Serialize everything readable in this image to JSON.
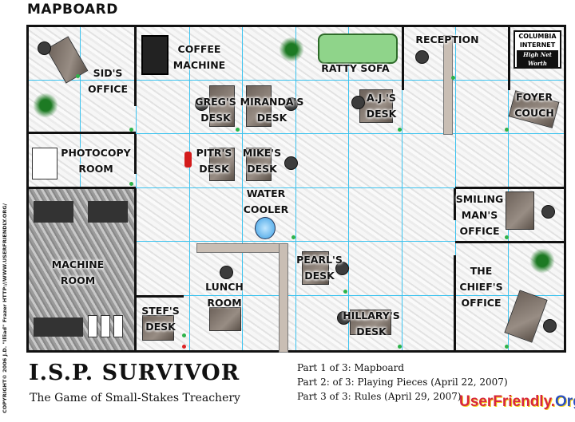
{
  "header": {
    "title": "MAPBOARD"
  },
  "rooms": {
    "sids_office": "SID'S\nOFFICE",
    "coffee_machine": "COFFEE\nMACHINE",
    "ratty_sofa": "RATTY SOFA",
    "reception": "RECEPTION",
    "foyer_couch": "FOYER\nCOUCH",
    "gregs_desk": "GREG'S\nDESK",
    "mirandas_desk": "MIRANDA'S\nDESK",
    "ajs_desk": "A.J.'S\nDESK",
    "photocopy_room": "PHOTOCOPY\nROOM",
    "pitrs_desk": "PITR'S\nDESK",
    "mikes_desk": "MIKE'S\nDESK",
    "water_cooler": "WATER\nCOOLER",
    "smiling_mans_office": "SMILING\nMAN'S\nOFFICE",
    "machine_room": "MACHINE\nROOM",
    "pearls_desk": "PEARL'S\nDESK",
    "chiefs_office": "THE\nCHIEF'S\nOFFICE",
    "lunch_room": "LUNCH\nROOM",
    "stefs_desk": "STEF'S\nDESK",
    "hillarys_desk": "HILLARY'S\nDESK"
  },
  "logo": {
    "line1": "COLUMBIA",
    "line2": "INTERNET",
    "tagline": "High Net Worth"
  },
  "footer": {
    "game_title": "I.S.P. SURVIVOR",
    "subtitle": "The Game of Small-Stakes Treachery",
    "parts": [
      "Part 1 of 3: Mapboard",
      "Part 2: of 3: Playing Pieces (April 22, 2007)",
      "Part 3 of 3: Rules (April 29, 2007)"
    ],
    "brand_a": "UserFriendly.",
    "brand_b": "Org",
    "copyright": "COPYRIGHT© 2006 J.D. \"Illiad\" Frazer  HTTP://WWW.USERFRIENDLY.ORG/"
  }
}
